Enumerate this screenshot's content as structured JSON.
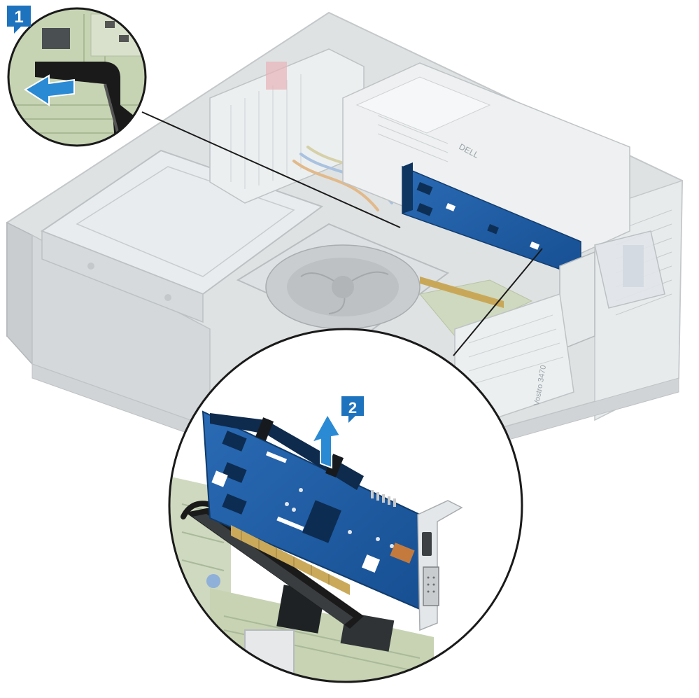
{
  "steps": [
    {
      "number": "1",
      "badge_color": "#1e73be"
    },
    {
      "number": "2",
      "badge_color": "#1e73be"
    }
  ],
  "case_label": "Vostro 3470",
  "psu_brand": "DELL",
  "colors": {
    "card_pcb": "#1f5fa8",
    "arrow": "#2a8ad4",
    "callout_border": "#1a1a1a",
    "chassis": "#e6e9ea",
    "motherboard": "#b7c99a",
    "latch": "#1a1a1a"
  },
  "icons": [
    "step-1-badge-icon",
    "step-2-badge-icon",
    "lift-arrow-icon",
    "push-latch-arrow-icon"
  ]
}
